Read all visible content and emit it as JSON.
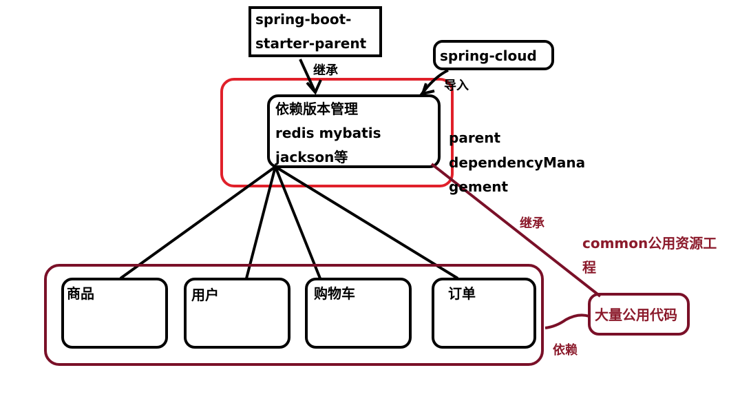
{
  "colors": {
    "black": "#000000",
    "bright_red": "#e0202a",
    "dark_red": "#7a1028"
  },
  "nodes": {
    "parent_box": {
      "line1": "spring-boot-",
      "line2": "starter-parent"
    },
    "cloud_box": {
      "label": "spring-cloud"
    },
    "version_box": {
      "line1": "依赖版本管理",
      "line2": "redis mybatis",
      "line3": "jackson等"
    },
    "modules": [
      {
        "label": "商品"
      },
      {
        "label": "用户"
      },
      {
        "label": "购物车"
      },
      {
        "label": "订单"
      }
    ],
    "common_box": {
      "label": "大量公用代码"
    }
  },
  "labels": {
    "inherit_top": "继承",
    "import": "导入",
    "parent_note": {
      "line1": "parent",
      "line2": "dependencyMana",
      "line3": "gement"
    },
    "inherit_red": "继承",
    "common_project": {
      "line1": "common公用资源工",
      "line2": "程"
    },
    "depend": "依赖"
  }
}
